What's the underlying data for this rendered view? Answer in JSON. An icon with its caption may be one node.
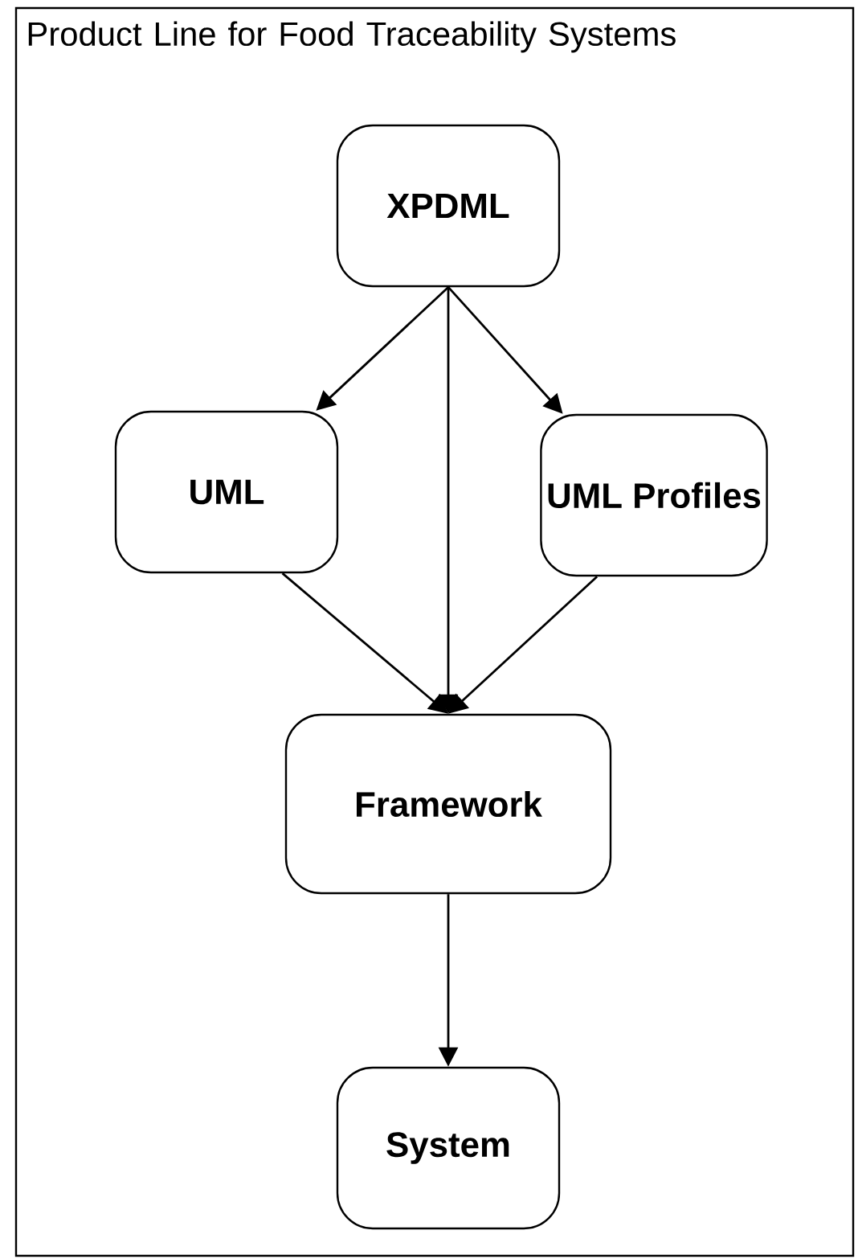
{
  "diagram": {
    "nodes": [
      {
        "text": [
          "Product Line for Food Traceability Systems"
        ]
      },
      {
        "text": [
          "XPDML"
        ],
        "in": 0
      },
      {
        "text": [
          "UML"
        ],
        "in": 0
      },
      {
        "text": [
          "UML Profiles"
        ],
        "in": 0
      },
      {
        "text": [
          "Framework"
        ],
        "in": 0
      },
      {
        "text": [
          "System"
        ],
        "in": 0
      }
    ],
    "edges": [
      {
        "from": 1,
        "to": 2,
        "arrow": "to"
      },
      {
        "from": 1,
        "to": 4,
        "arrow": "to"
      },
      {
        "from": 1,
        "to": 3,
        "arrow": "to"
      },
      {
        "from": 2,
        "to": 4,
        "arrow": "to"
      },
      {
        "from": 3,
        "to": 4,
        "arrow": "to"
      },
      {
        "from": 4,
        "to": 5,
        "arrow": "to"
      }
    ]
  }
}
